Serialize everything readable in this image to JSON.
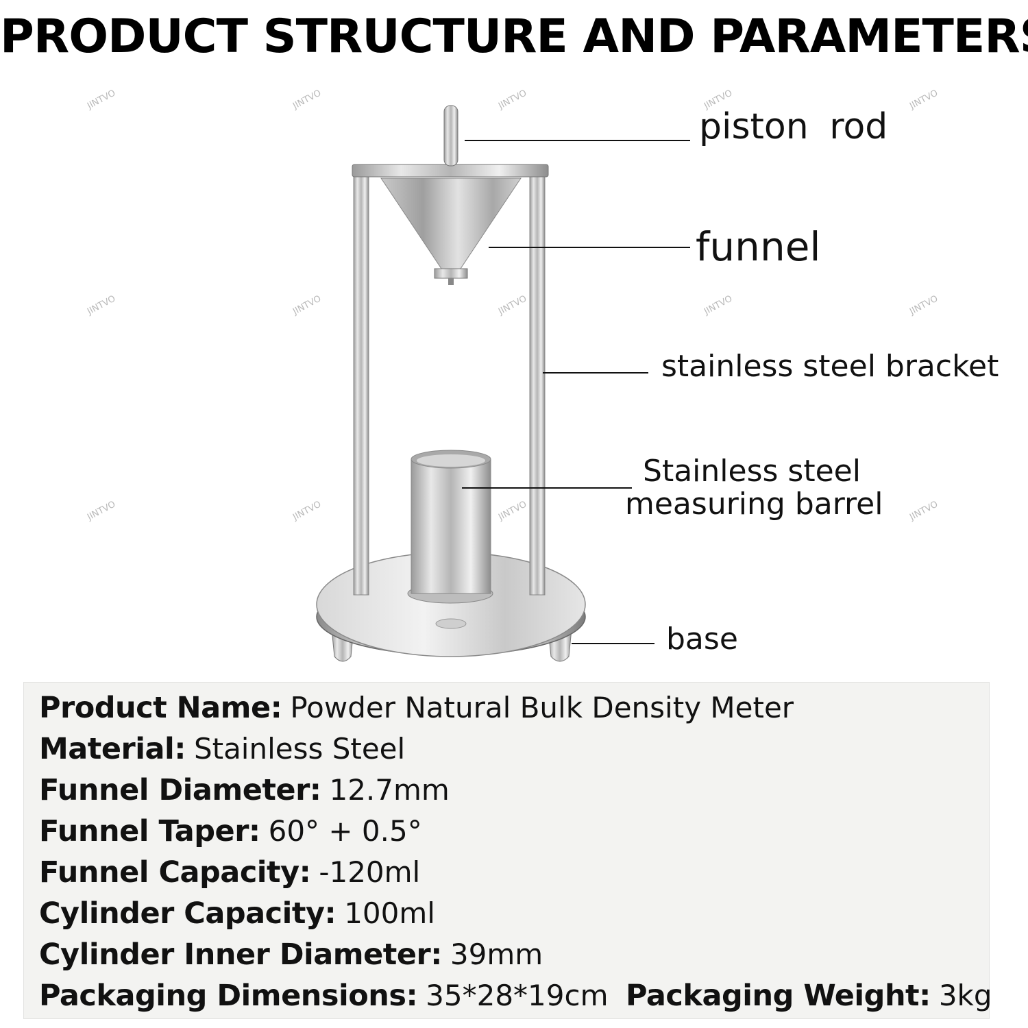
{
  "title": "PRODUCT STRUCTURE AND PARAMETERS",
  "watermark": "JINTVO",
  "callouts": {
    "piston_rod": "piston  rod",
    "funnel": "funnel",
    "bracket": "stainless steel bracket",
    "barrel_line1": "Stainless steel",
    "barrel_line2": "measuring barrel",
    "base": "base"
  },
  "params": [
    {
      "label": "Product Name:",
      "value": "Powder Natural Bulk Density Meter"
    },
    {
      "label": "Material:",
      "value": "Stainless Steel"
    },
    {
      "label": "Funnel Diameter:",
      "value": "12.7mm"
    },
    {
      "label": "Funnel Taper:",
      "value": "60° + 0.5°"
    },
    {
      "label": "Funnel Capacity:",
      "value": "-120ml"
    },
    {
      "label": "Cylinder Capacity:",
      "value": "100ml"
    },
    {
      "label": "Cylinder Inner Diameter:",
      "value": "39mm"
    },
    {
      "label": "Packaging Dimensions:",
      "value": "35*28*19cm"
    },
    {
      "label": "Packaging Weight:",
      "value": "3kg"
    }
  ]
}
